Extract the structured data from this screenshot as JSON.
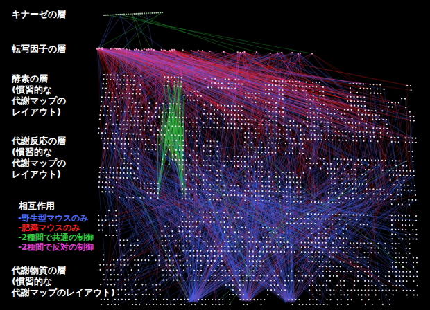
{
  "diagram": {
    "labels": [
      "キナーゼの層",
      "転写因子の層",
      "酵素の層 (慣習的な 代謝マップの レイアウト)",
      "代謝反応の層 (慣習的な 代謝マップの レイアウト)",
      "相互作用",
      "代謝物質の層 (慣習的な 代謝マップのレイアウト)"
    ],
    "legend": [
      {
        "text": "-野生型マウスのみ",
        "color": "#4a6cff"
      },
      {
        "text": "-肥満マウスのみ",
        "color": "#ff2020"
      },
      {
        "text": "-2種間で共通の制御",
        "color": "#33cc44"
      },
      {
        "text": "-2種間で反対の制御",
        "color": "#e040d0"
      }
    ]
  }
}
